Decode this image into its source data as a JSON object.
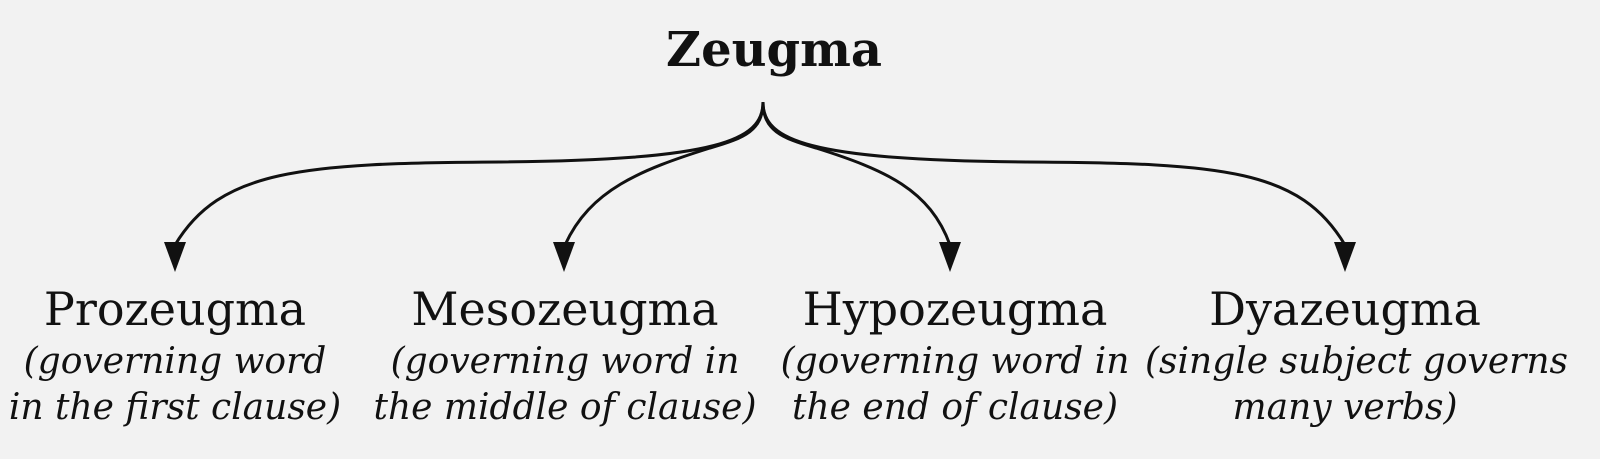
{
  "diagram": {
    "root": "Zeugma",
    "children": [
      {
        "name": "Prozeugma",
        "description_lines": [
          "(governing word",
          "in the first clause)"
        ]
      },
      {
        "name": "Mesozeugma",
        "description_lines": [
          "(governing word in",
          "the middle of clause)"
        ]
      },
      {
        "name": "Hypozeugma",
        "description_lines": [
          "(governing word in",
          "the end of clause)"
        ]
      },
      {
        "name": "Dyazeugma",
        "description_lines": [
          "(single subject governs",
          "many verbs)"
        ]
      }
    ]
  }
}
